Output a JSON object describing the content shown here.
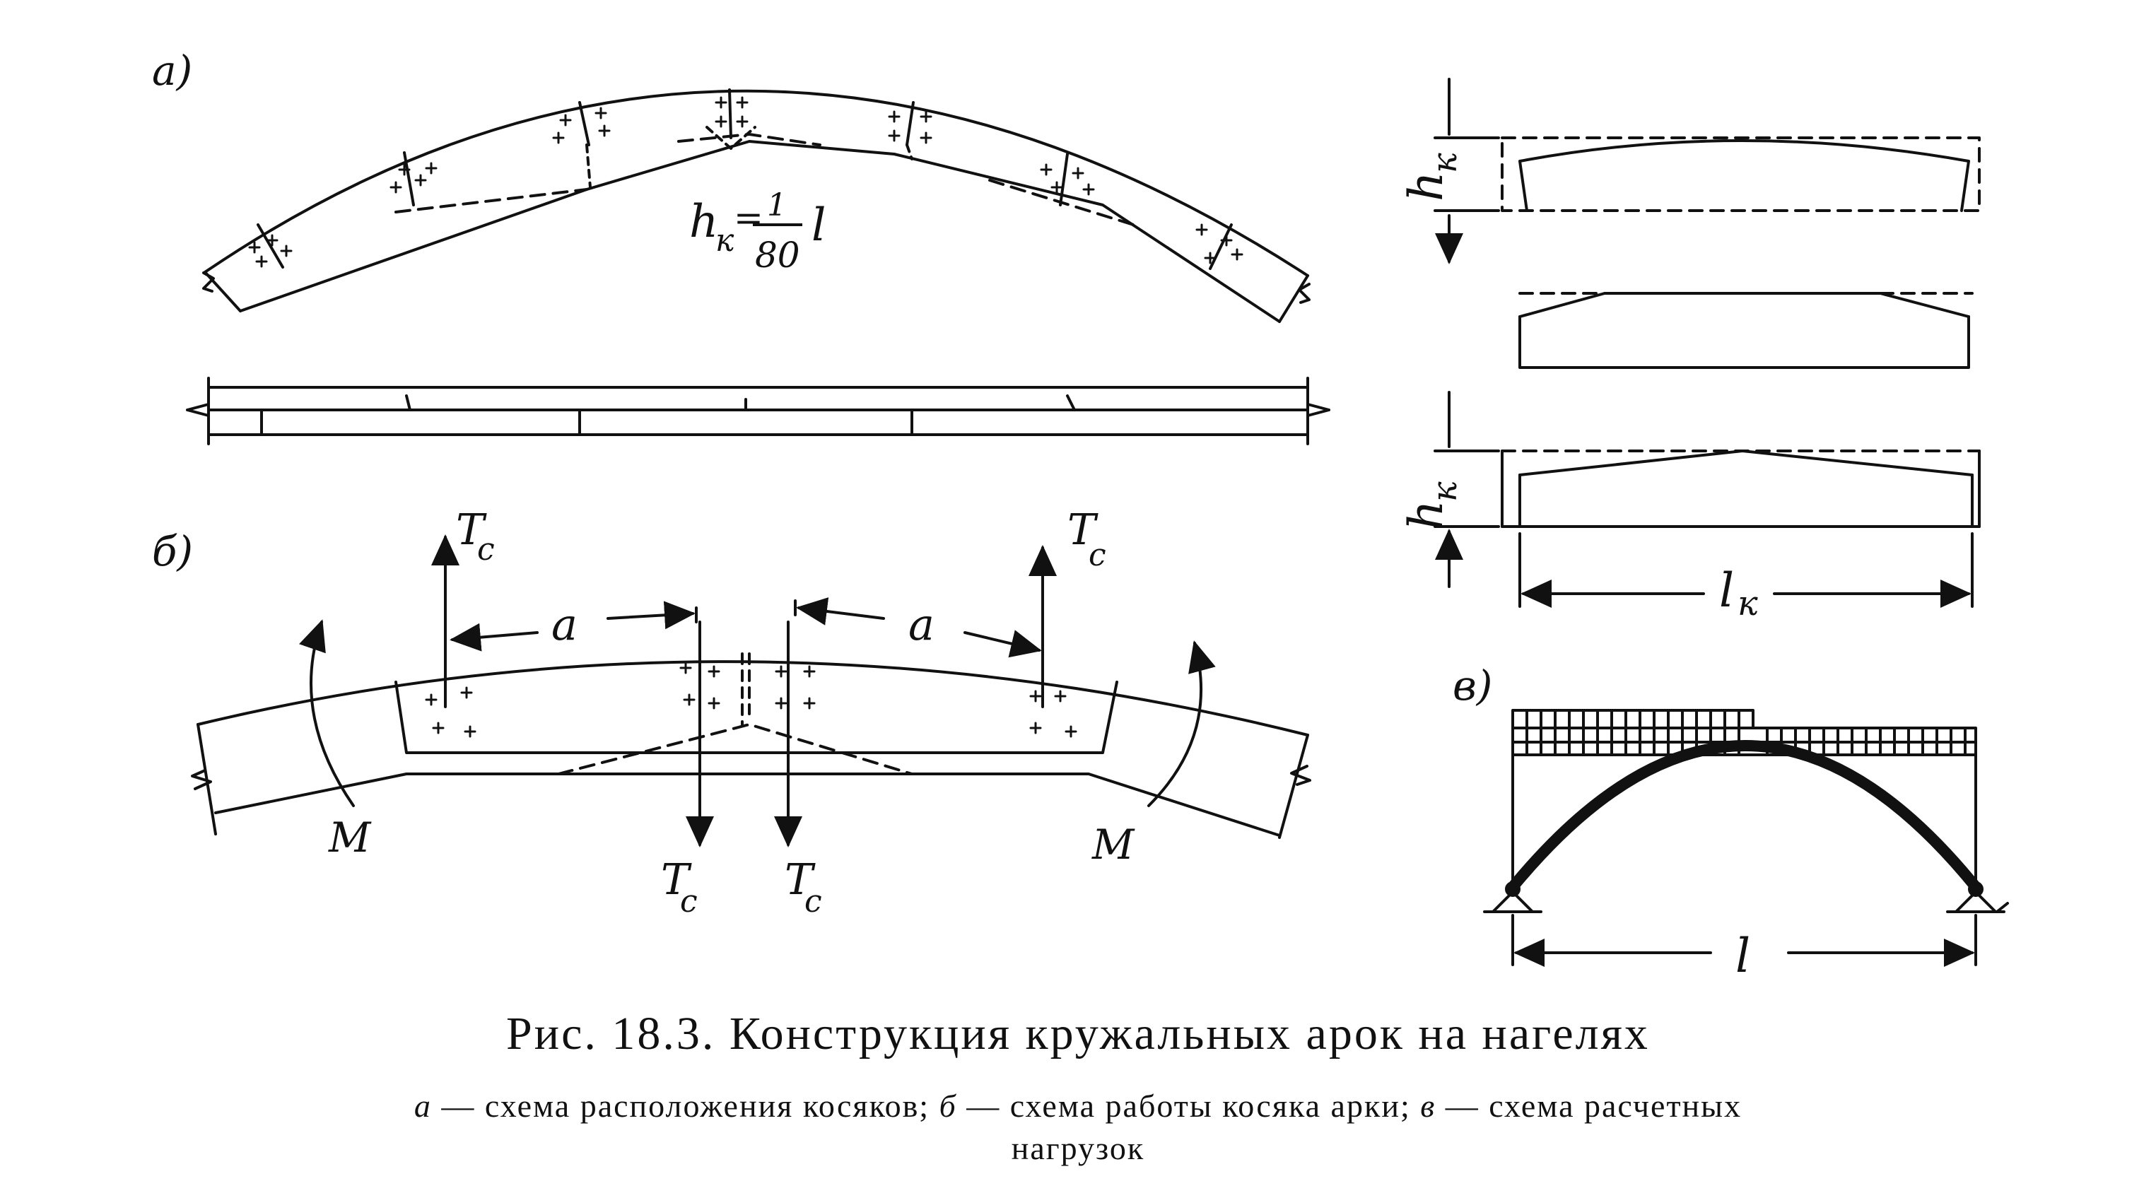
{
  "panel_labels": {
    "a": "а)",
    "b": "б)",
    "v": "в)"
  },
  "formula": {
    "h": "h",
    "sub": "к",
    "eq": "=",
    "num": "1",
    "den": "80",
    "var": "l"
  },
  "dim_hk": "h",
  "dim_hk_sub": "к",
  "dim_lk": "l",
  "dim_lk_sub": "к",
  "dim_l": "l",
  "force": "T",
  "force_sub": "c",
  "dist": "a",
  "moment": "M",
  "caption": {
    "title": "Рис. 18.3. Конструкция кружальных арок на нагелях",
    "legend_a_key": "а",
    "legend_a": " — схема расположения косяков;",
    "legend_b_key": "б",
    "legend_b": " — схема работы косяка арки;",
    "legend_v_key": "в",
    "legend_v": " — схема расчетных",
    "legend_cont": "нагрузок"
  }
}
